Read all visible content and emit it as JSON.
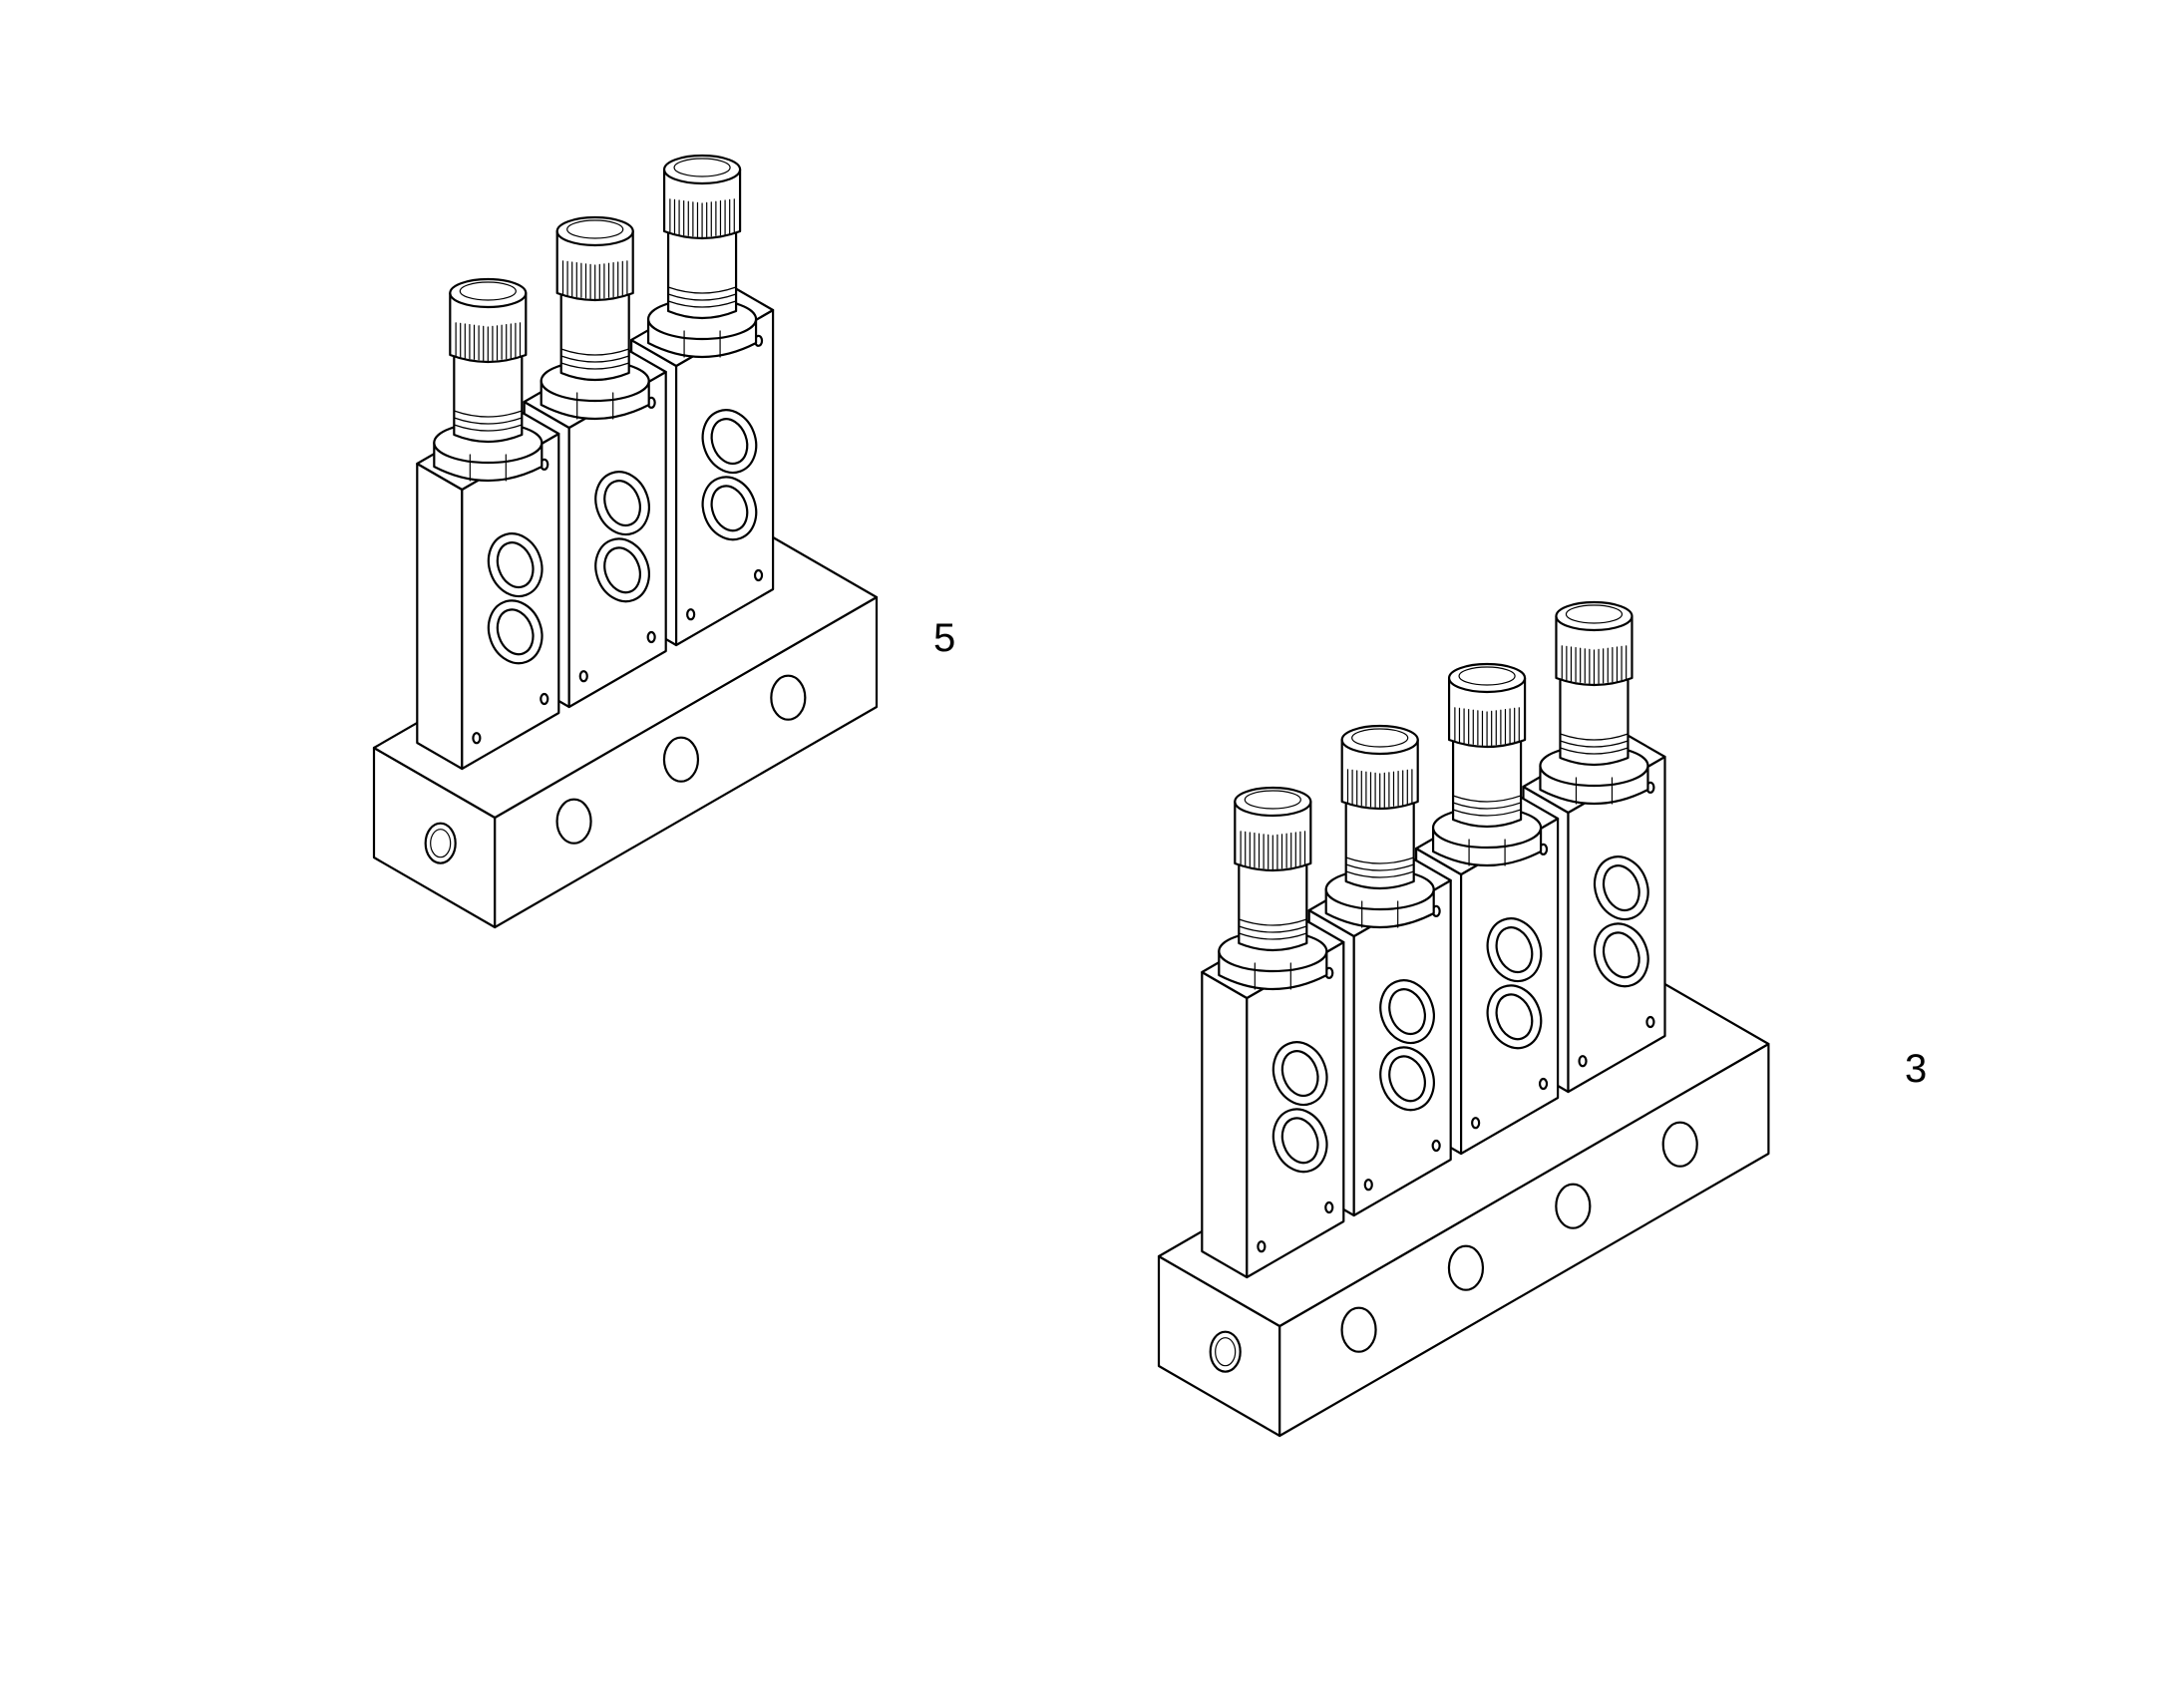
{
  "diagram": {
    "assemblies": [
      {
        "label": "5",
        "units": 3
      },
      {
        "label": "3",
        "units": 4
      }
    ],
    "colors": {
      "line": "#000000",
      "background": "#ffffff"
    }
  }
}
